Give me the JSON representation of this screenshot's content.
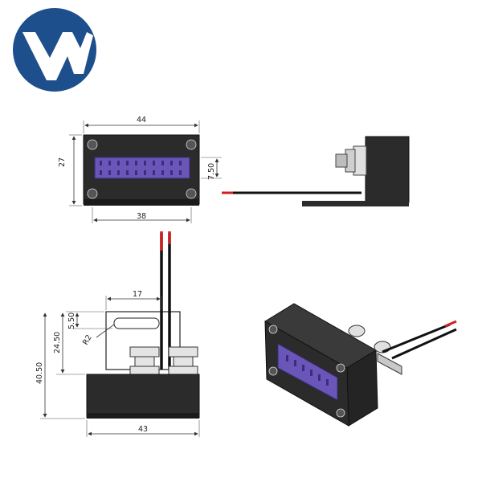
{
  "logo": {
    "text": "YM",
    "color": "#1d4f8c"
  },
  "colors": {
    "housing": "#2b2b2b",
    "led": "#6a55b8",
    "led_dark": "#3a2d7a",
    "wire_red": "#d02020",
    "wire_black": "#111111",
    "metal": "#d8d8d8"
  },
  "front_view": {
    "width_label": "44",
    "height_label": "27",
    "window_label": "7.50",
    "hole_span_label": "38"
  },
  "bracket_view": {
    "offset_label": "17",
    "slot_label": "5.50",
    "mid_label": "24.50",
    "total_label": "40.50",
    "radius_label": "R2",
    "base_label": "43"
  }
}
